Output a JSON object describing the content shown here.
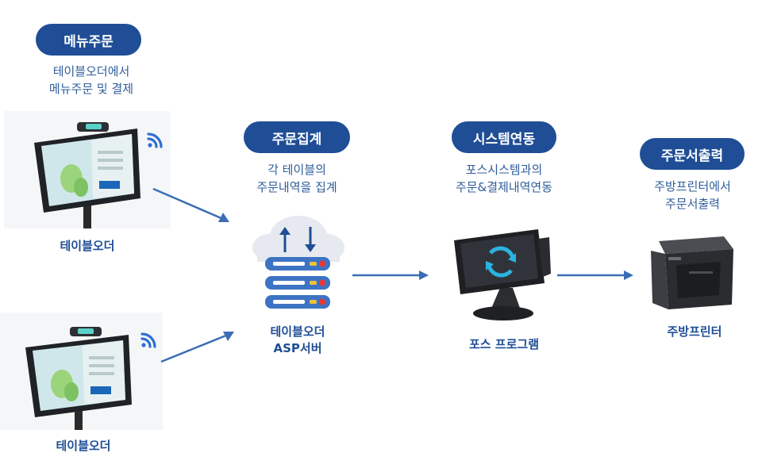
{
  "steps": {
    "menu_order": {
      "pill": "메뉴주문",
      "desc": [
        "테이블오더에서",
        "메뉴주문 및 결제"
      ]
    },
    "aggregate": {
      "pill": "주문집계",
      "desc": [
        "각 테이블의",
        "주문내역을 집계"
      ]
    },
    "integration": {
      "pill": "시스템연동",
      "desc": [
        "포스시스템과의",
        "주문&결제내역연동"
      ]
    },
    "print": {
      "pill": "주문서출력",
      "desc": [
        "주방프린터에서",
        "주문서출력"
      ]
    }
  },
  "devices": {
    "tablet_top": "테이블오더",
    "tablet_bottom": "테이블오더",
    "server": [
      "테이블오더",
      "ASP서버"
    ],
    "pos": "포스 프로그램",
    "printer": "주방프린터"
  },
  "icons": [
    "wifi-icon",
    "cloud-server-icon",
    "sync-icon",
    "arrow-right-icon"
  ],
  "colors": {
    "primary": "#1f4e96",
    "text": "#2f5d9a",
    "arrow": "#3a6db5",
    "sync": "#2bb3e0"
  }
}
